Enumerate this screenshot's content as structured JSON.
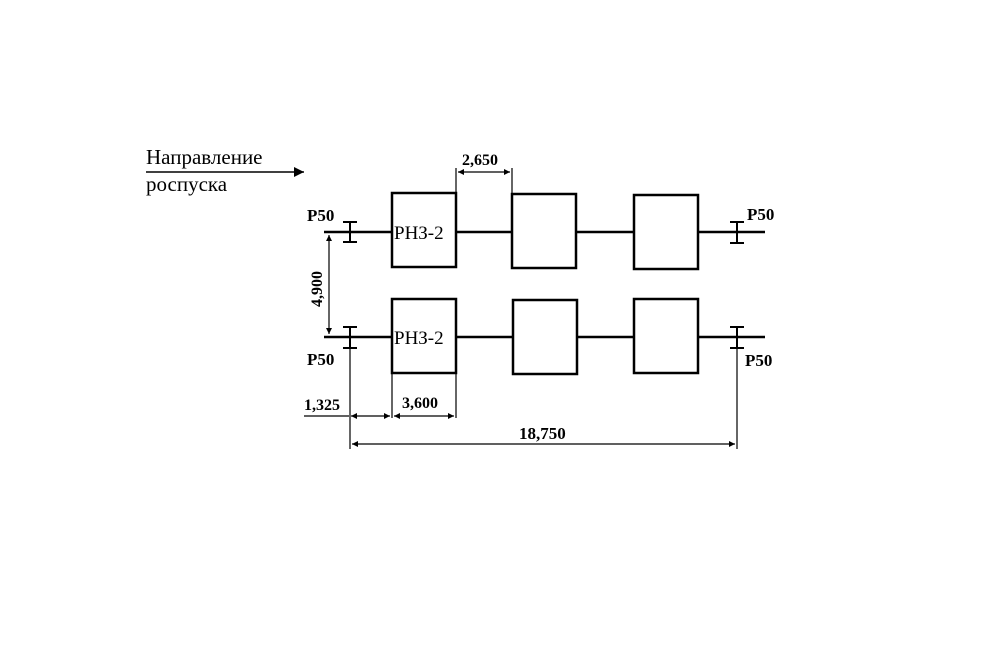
{
  "direction": {
    "line1": "Направление",
    "line2": "роспуска"
  },
  "rails": {
    "top_left": "Р50",
    "top_right": "Р50",
    "bottom_left": "Р50",
    "bottom_right": "Р50"
  },
  "retarders": {
    "top_first": "РНЗ-2",
    "bottom_first": "РНЗ-2"
  },
  "dimensions": {
    "gap_between_units": "2,650",
    "track_spacing": "4,900",
    "offset_to_retarder": "1,325",
    "retarder_length": "3,600",
    "total_length": "18,750"
  },
  "colors": {
    "ink": "#000000",
    "background": "#ffffff"
  }
}
